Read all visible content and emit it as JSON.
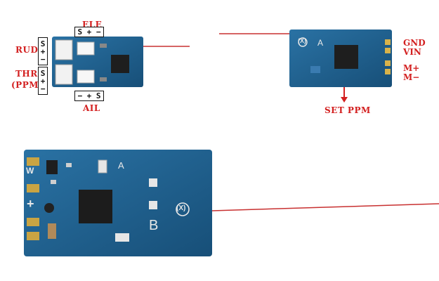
{
  "top_left_labels": {
    "ele": "ELE",
    "ele_pins": "S + −",
    "ail": "AIL",
    "ail_pins": "− + S",
    "rud": "RUD",
    "thr": "THR",
    "ppm": "(PPM)",
    "rud_pins": [
      "S",
      "+",
      "−"
    ],
    "thr_pins": [
      "S",
      "+",
      "−"
    ]
  },
  "top_right_labels": {
    "gnd": "GND",
    "vin": "VIN",
    "m_plus": "M+",
    "m_minus": "M−",
    "set_ppm": "SET PPM"
  },
  "board_markings": {
    "a_mark": "A",
    "b_mark": "B",
    "w_mark": "W",
    "plus_mark": "+",
    "logo_mark": "(X)"
  },
  "colors": {
    "label_red": "#d32020",
    "pcb_blue": "#1f5d8a",
    "antenna_red": "#c83030"
  }
}
